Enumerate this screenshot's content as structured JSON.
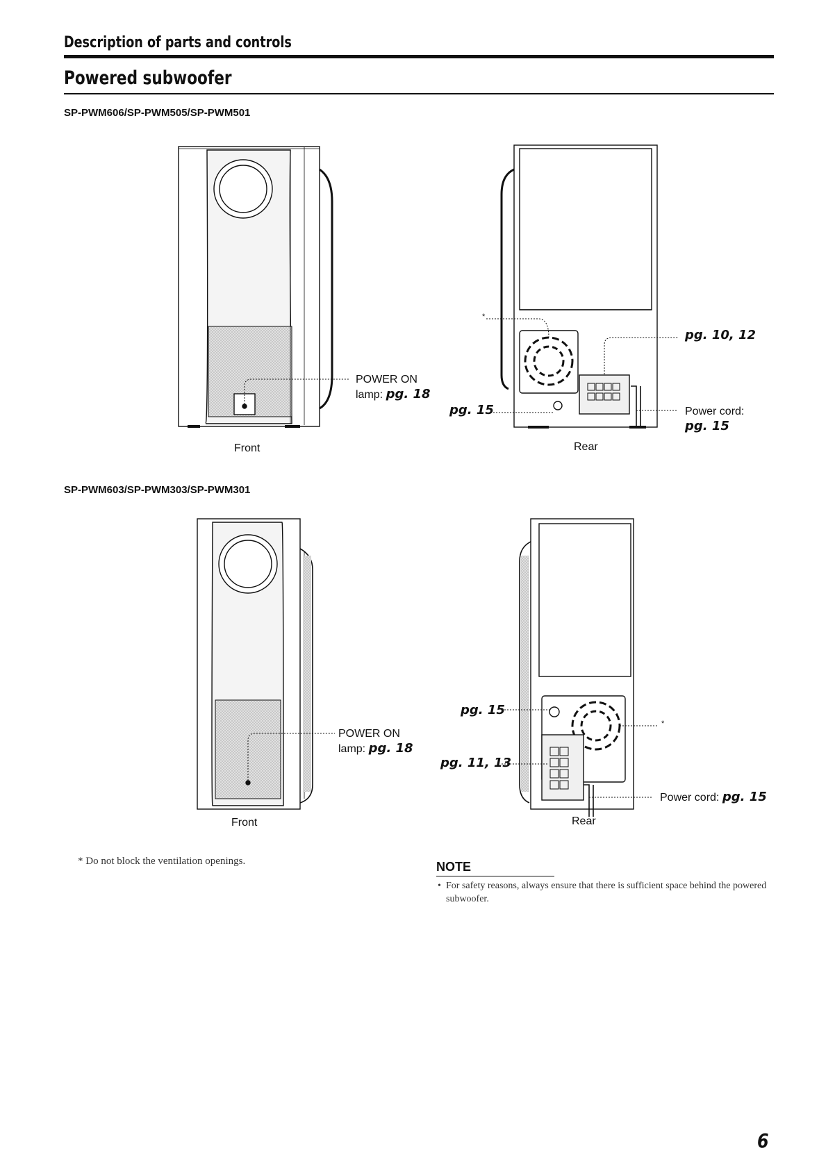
{
  "header": {
    "section_title": "Description of parts and controls",
    "subsection_title": "Powered subwoofer"
  },
  "models": [
    {
      "model_line": "SP-PWM606/SP-PWM505/SP-PWM501",
      "front": {
        "caption": "Front",
        "power_lamp_label": "POWER ON",
        "power_lamp_prefix": "lamp:",
        "power_lamp_ref": "pg. 18"
      },
      "rear": {
        "caption": "Rear",
        "vent_mark": "*",
        "speaker_terminals_ref": "pg. 10, 12",
        "input_jack_ref": "pg. 15",
        "power_cord_label": "Power cord:",
        "power_cord_ref": "pg. 15"
      }
    },
    {
      "model_line": "SP-PWM603/SP-PWM303/SP-PWM301",
      "front": {
        "caption": "Front",
        "power_lamp_label": "POWER ON",
        "power_lamp_prefix": "lamp:",
        "power_lamp_ref": "pg. 18"
      },
      "rear": {
        "caption": "Rear",
        "vent_mark": "*",
        "input_jack_ref": "pg. 15",
        "speaker_terminals_ref": "pg. 11, 13",
        "power_cord_label": "Power cord:",
        "power_cord_ref": "pg. 15"
      }
    }
  ],
  "footnote": "* Do not block the ventilation openings.",
  "note": {
    "heading": "NOTE",
    "bullet": "•",
    "items": [
      "For safety reasons, always ensure that there is sufficient space behind the powered subwoofer."
    ]
  },
  "page_number": "6",
  "colors": {
    "ink": "#111111",
    "panel_fill": "#efefef",
    "grille_fill": "#d9d9d9"
  }
}
